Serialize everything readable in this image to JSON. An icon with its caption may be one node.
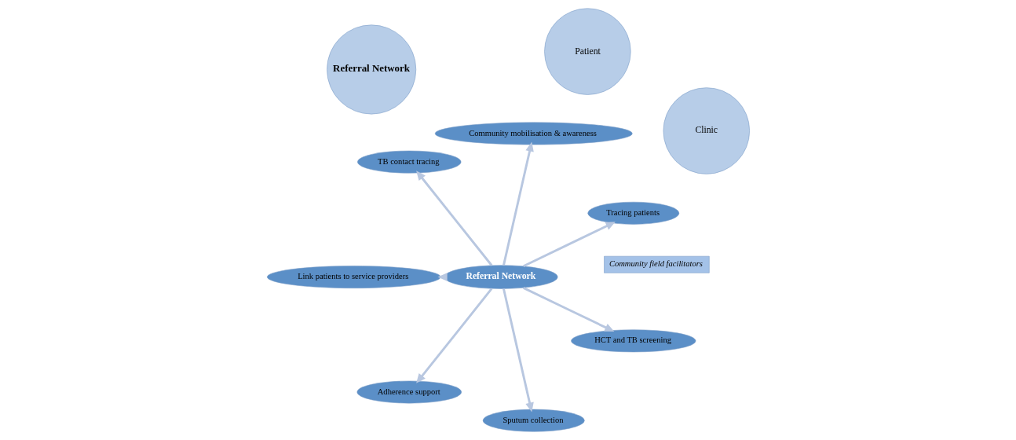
{
  "diagram": {
    "nodes": [
      {
        "text": [
          "Referral Network"
        ]
      },
      {
        "text": [
          "Community field facilitators"
        ]
      },
      {
        "text": [
          "Clinic"
        ]
      },
      {
        "text": [
          "Patient"
        ]
      },
      {
        "text": [
          "Referral Network"
        ]
      },
      {
        "text": [
          "Tracing patients"
        ]
      },
      {
        "text": [
          "Community mobilisation & awareness"
        ]
      },
      {
        "text": [
          "TB contact tracing"
        ]
      },
      {
        "text": [
          "Link patients to service providers"
        ]
      },
      {
        "text": [
          "Adherence support"
        ]
      },
      {
        "text": [
          "Sputum collection"
        ]
      },
      {
        "text": [
          "HCT and TB screening"
        ]
      }
    ],
    "edges": [
      {
        "from": 4,
        "to": 5,
        "arrow": "to"
      },
      {
        "from": 4,
        "to": 6,
        "arrow": "to"
      },
      {
        "from": 4,
        "to": 7,
        "arrow": "to"
      },
      {
        "from": 4,
        "to": 8,
        "arrow": "to"
      },
      {
        "from": 4,
        "to": 9,
        "arrow": "to"
      },
      {
        "from": 4,
        "to": 10,
        "arrow": "to"
      },
      {
        "from": 4,
        "to": 11,
        "arrow": "to"
      }
    ]
  }
}
